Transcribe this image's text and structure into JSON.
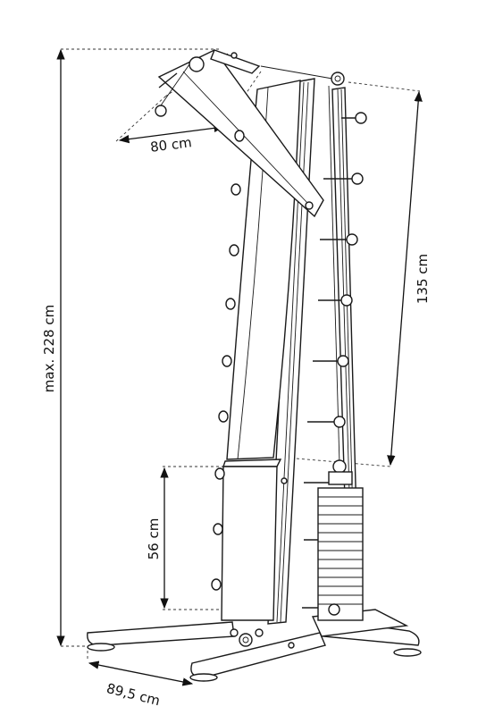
{
  "dimensions": {
    "height_label": "max. 228 cm",
    "arm_width_label": "80 cm",
    "stroke_label": "135 cm",
    "seat_label": "56 cm",
    "base_label": "89,5 cm"
  }
}
